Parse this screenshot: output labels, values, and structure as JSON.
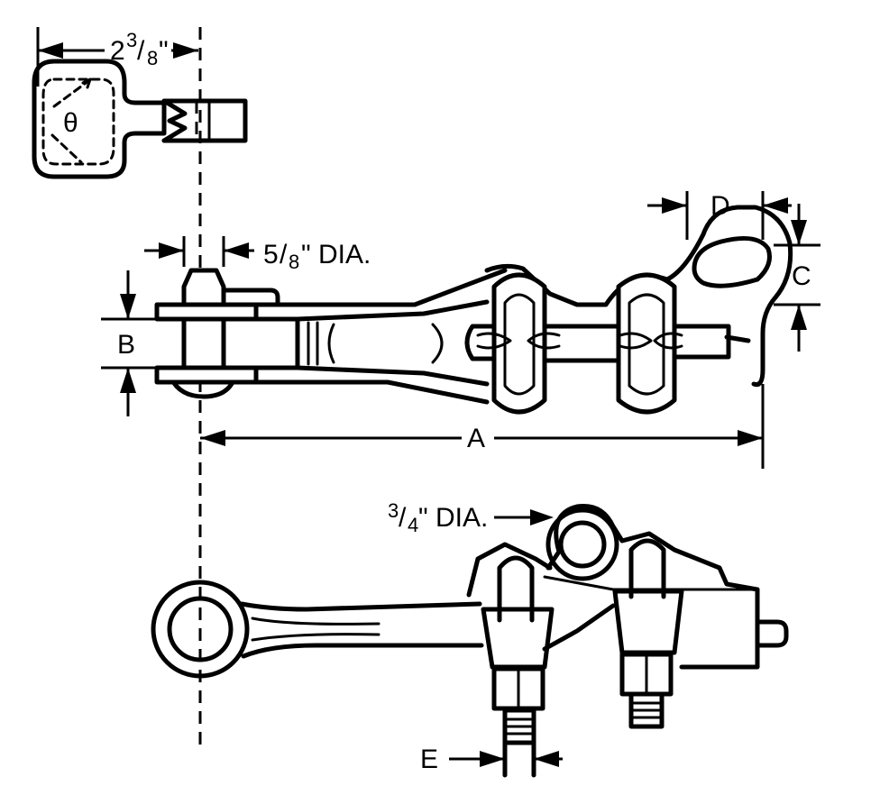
{
  "labels": {
    "dim_top_whole": "2",
    "dim_top_num": "3",
    "dim_top_den": "8",
    "dim_top_unit": "\"",
    "pin_num": "5",
    "pin_den": "8",
    "pin_rest": "\" DIA.",
    "bolt_num": "3",
    "bolt_den": "4",
    "bolt_rest": "\" DIA.",
    "A": "A",
    "B": "B",
    "C": "C",
    "D": "D",
    "E": "E",
    "cotter_symbol": "θ"
  },
  "colors": {
    "ink": "#000000",
    "paper": "#ffffff"
  }
}
